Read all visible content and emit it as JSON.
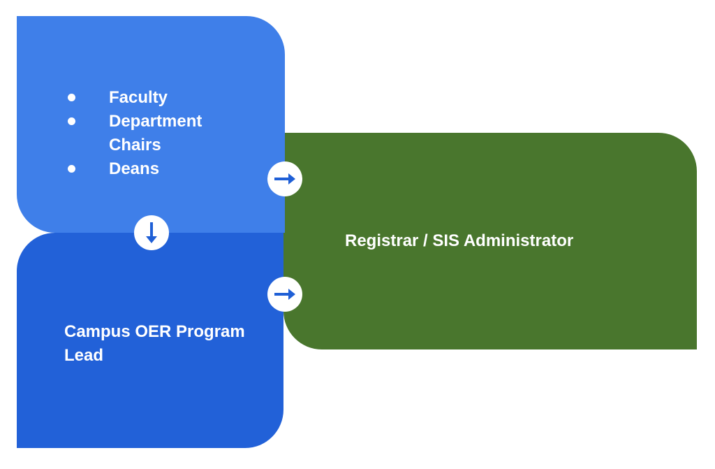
{
  "colors": {
    "top_box": "#3f7fe9",
    "bottom_box": "#2261d8",
    "right_box": "#49762d",
    "arrow": "#1f5fd6"
  },
  "top_box": {
    "items": [
      {
        "label": "Faculty"
      },
      {
        "label": "Department Chairs"
      },
      {
        "label": "Deans"
      }
    ]
  },
  "right_box": {
    "label": "Registrar / SIS Administrator"
  },
  "bottom_box": {
    "label": "Campus OER Program Lead"
  },
  "arrows": {
    "top_to_right": "arrow-right-icon",
    "top_to_bottom": "arrow-down-icon",
    "bottom_to_right": "arrow-right-icon"
  }
}
